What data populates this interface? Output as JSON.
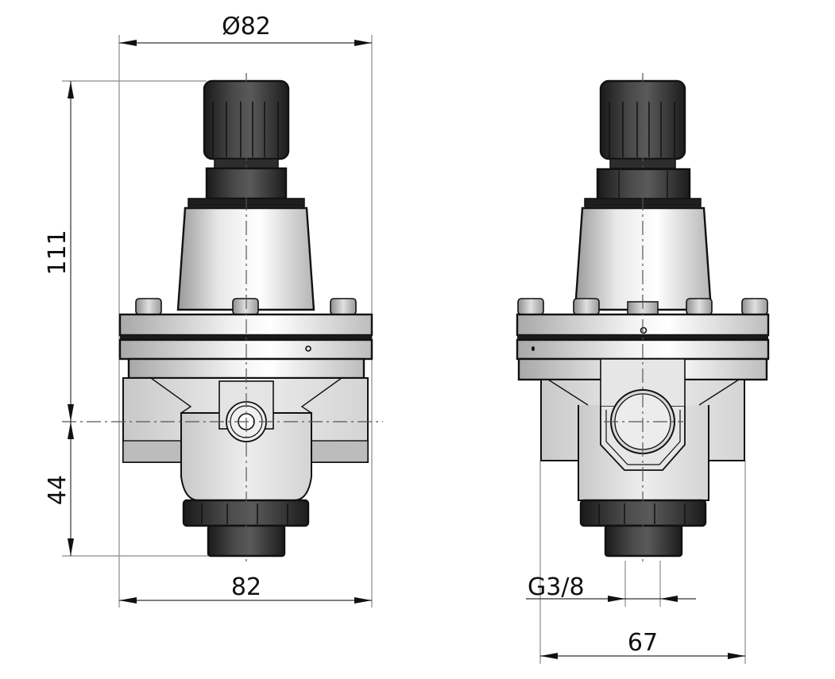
{
  "drawing": {
    "subject": "Pressure regulator technical drawing",
    "views": [
      {
        "name": "front-view",
        "feature": "Gauge port"
      },
      {
        "name": "side-view",
        "feature": "Inlet/outlet port"
      }
    ]
  },
  "dimensions": {
    "top_diameter": "Ø82",
    "overall_height": "111",
    "lower_height": "44",
    "front_width": "82",
    "thread": "G3/8",
    "side_width": "67"
  },
  "colors": {
    "knob_dark": "#2a2a2a",
    "body_light": "#e6e6e6",
    "body_mid": "#c8c8c8",
    "outline": "#111111",
    "dimension_line": "#333333"
  }
}
